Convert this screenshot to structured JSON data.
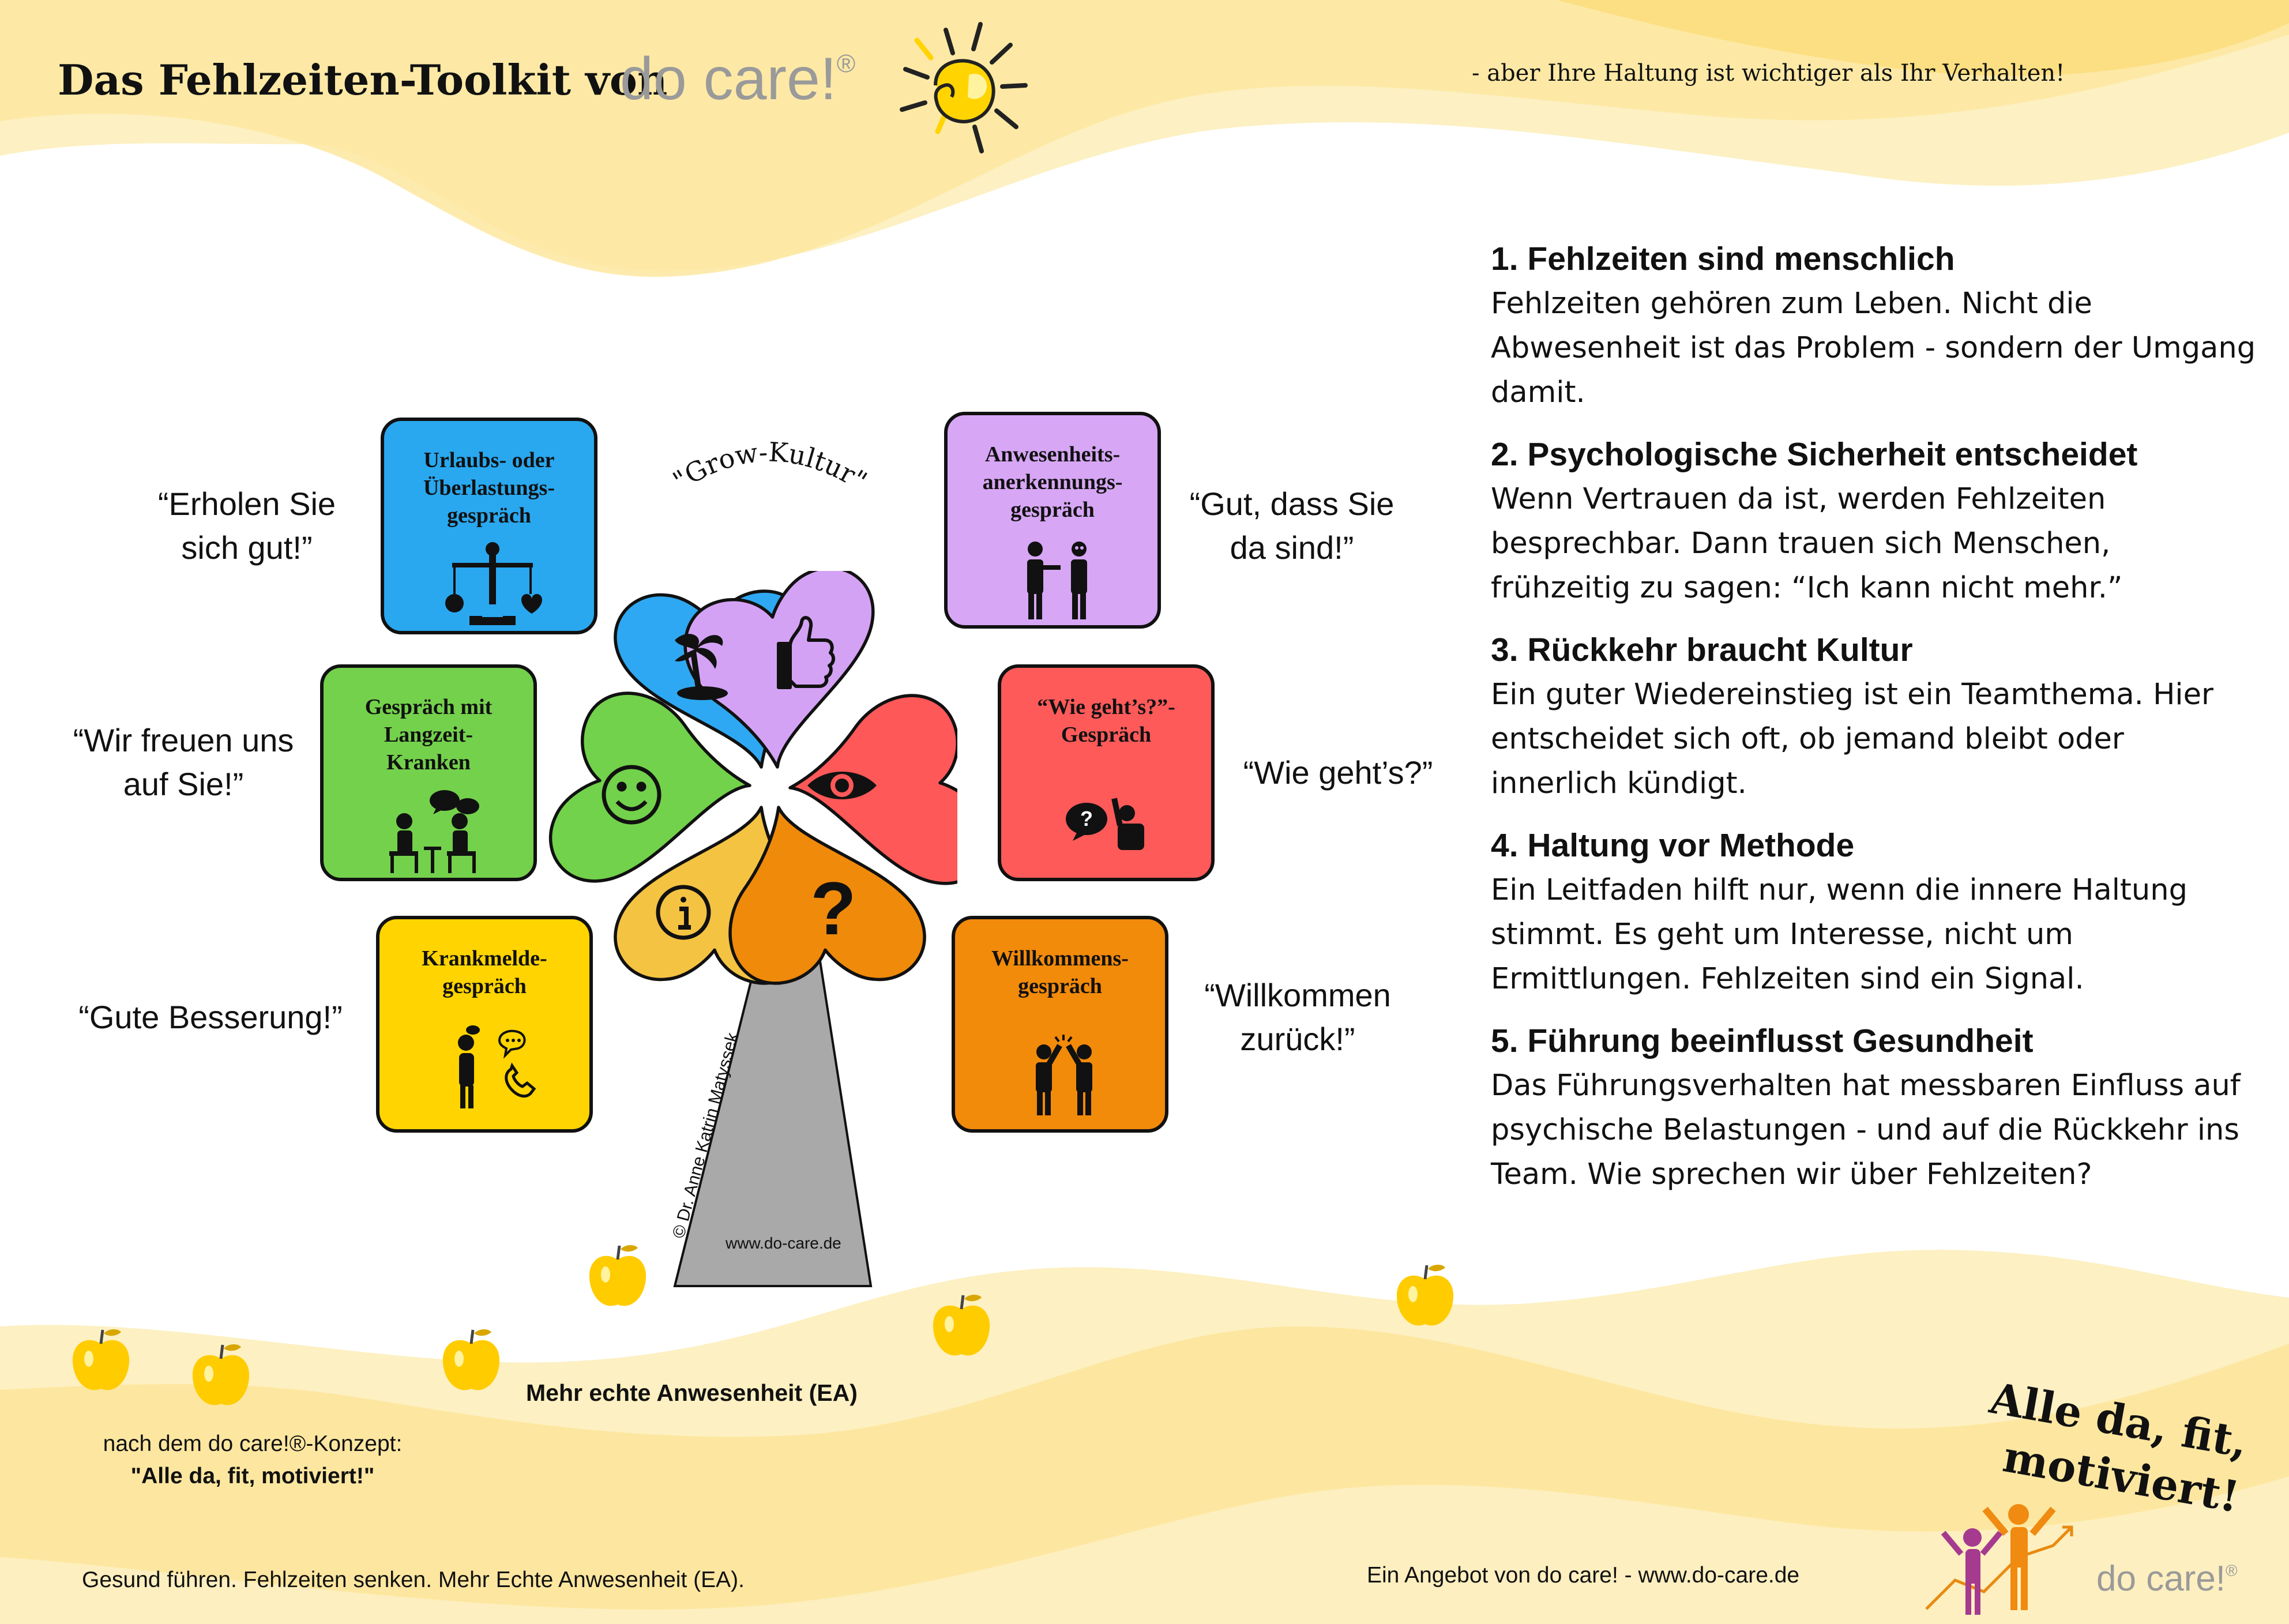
{
  "header": {
    "title": "Das Fehlzeiten-Toolkit von",
    "brand": "do care!",
    "brand_mark": "®",
    "tagline": "- aber Ihre Haltung ist wichtiger als Ihr Verhalten!"
  },
  "diagram": {
    "culture_label": "\"Grow-Kultur\"",
    "cards": [
      {
        "id": "urlaub",
        "title": "Urlaubs- oder Überlastungs-gespräch",
        "lines": [
          "Urlaubs- oder",
          "Überlastungs-",
          "gespräch"
        ],
        "color": "#29a8f0",
        "icon": "balance-scale-icon"
      },
      {
        "id": "langzeit",
        "title": "Gespräch mit Langzeit-Kranken",
        "lines": [
          "Gespräch mit",
          "Langzeit-",
          "Kranken"
        ],
        "color": "#74d14c",
        "icon": "conversation-icon"
      },
      {
        "id": "krank",
        "title": "Krankmelde-gespräch",
        "lines": [
          "Krankmelde-",
          "gespräch"
        ],
        "color": "#ffd400",
        "icon": "phone-call-icon"
      },
      {
        "id": "anwesenheit",
        "title": "Anwesenheits-anerkennungs-gespräch",
        "lines": [
          "Anwesenheits-",
          "anerkennungs-",
          "gespräch"
        ],
        "color": "#d7a6f5",
        "icon": "two-people-icon"
      },
      {
        "id": "wiegehts",
        "title": "\"Wie geht's?\"-Gespräch",
        "lines": [
          "“Wie geht’s?”-",
          "Gespräch"
        ],
        "color": "#ff5a5a",
        "icon": "question-bubble-icon"
      },
      {
        "id": "willkommen",
        "title": "Willkommens-gespräch",
        "lines": [
          "Willkommens-",
          "gespräch"
        ],
        "color": "#f28a0a",
        "icon": "high-five-icon"
      }
    ],
    "quotes": {
      "urlaub": [
        "“Erholen Sie",
        "sich gut!”"
      ],
      "langzeit": [
        "“Wir freuen uns",
        "auf Sie!”"
      ],
      "krank": [
        "“Gute Besserung!”"
      ],
      "anwesenheit": [
        "“Gut, dass Sie",
        "da sind!”"
      ],
      "wiegehts": [
        "“Wie geht’s?”"
      ],
      "willkommen": [
        "“Willkommen",
        "zurück!”"
      ]
    },
    "petals": [
      {
        "id": "blue",
        "color": "#2ea8f2",
        "icon": "palm-tree-icon"
      },
      {
        "id": "purple",
        "color": "#d4a2f4",
        "icon": "thumbs-up-icon"
      },
      {
        "id": "green",
        "color": "#72d24b",
        "icon": "smiley-icon"
      },
      {
        "id": "red",
        "color": "#ff5858",
        "icon": "eye-icon"
      },
      {
        "id": "yellow",
        "color": "#f5c342",
        "icon": "info-icon"
      },
      {
        "id": "orange",
        "color": "#ef8a0a",
        "icon": "question-icon"
      }
    ],
    "trunk_credit": "© Dr. Anne Katrin Matyssek",
    "trunk_url": "www.do-care.de"
  },
  "principles": [
    {
      "head": "1. Fehlzeiten sind menschlich",
      "body": "Fehlzeiten gehören zum Leben. Nicht die Abwesenheit ist das Problem - sondern der Umgang damit."
    },
    {
      "head": "2. Psychologische Sicherheit entscheidet",
      "body": "Wenn Vertrauen da ist, werden Fehlzeiten besprechbar. Dann trauen sich Menschen, frühzeitig zu sagen: “Ich kann nicht mehr.”"
    },
    {
      "head": "3. Rückkehr braucht Kultur",
      "body": "Ein guter Wiedereinstieg ist ein Teamthema. Hier entscheidet sich oft, ob jemand bleibt oder innerlich kündigt."
    },
    {
      "head": "4. Haltung vor Methode",
      "body": "Ein Leitfaden hilft nur, wenn die innere Haltung stimmt. Es geht um Interesse, nicht um Ermittlungen. Fehlzeiten sind ein Signal."
    },
    {
      "head": "5. Führung beeinflusst Gesundheit",
      "body": "Das Führungsverhalten hat messbaren Einfluss auf psychische Belastungen - und auf die Rückkehr ins Team. Wie sprechen wir über Fehlzeiten?"
    }
  ],
  "footer": {
    "ea_label": "Mehr echte Anwesenheit (EA)",
    "concept_intro": "nach dem do care!®-Konzept:",
    "concept_quote": "\"Alle da, fit, motiviert!\"",
    "left_note": "Gesund führen. Fehlzeiten senken. Mehr Echte Anwesenheit (EA).",
    "right_note": "Ein Angebot von do care! - www.do-care.de",
    "slogan_line1": "Alle da, fit,",
    "slogan_line2": "motiviert!",
    "logo": "do care!",
    "logo_mark": "®"
  },
  "colors": {
    "wave_light": "#fdf0c2",
    "wave_mid": "#fde7a0",
    "wave_strong": "#fbd96a",
    "apple": "#ffcc00",
    "sun": "#ffd400",
    "trunk": "#a9a9a9"
  }
}
